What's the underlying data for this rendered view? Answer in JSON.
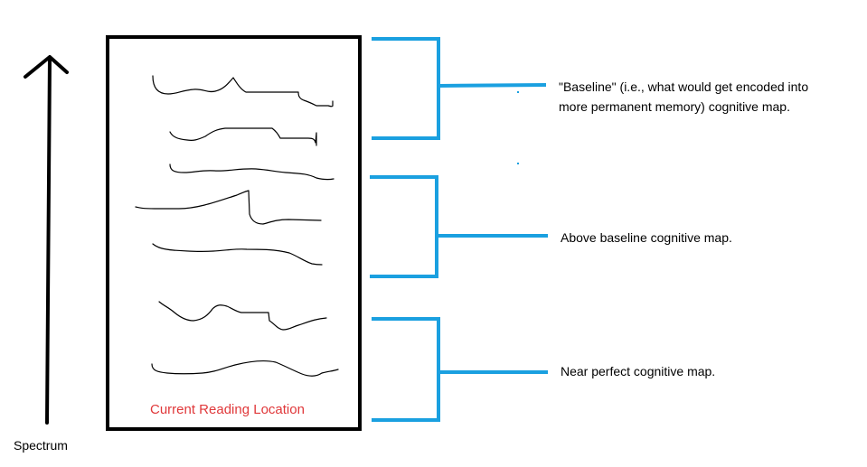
{
  "spectrum_label": "Spectrum",
  "reading_location_label": "Current Reading Location",
  "brackets": [
    {
      "label_line1": "\"Baseline\" (i.e., what would get encoded into",
      "label_line2": "more permanent memory) cognitive map."
    },
    {
      "label_line1": "Above baseline cognitive map."
    },
    {
      "label_line1": "Near perfect cognitive map."
    }
  ],
  "colors": {
    "stroke": "#000000",
    "bracket": "#1aa0e0",
    "reading_label": "#e0383a"
  }
}
